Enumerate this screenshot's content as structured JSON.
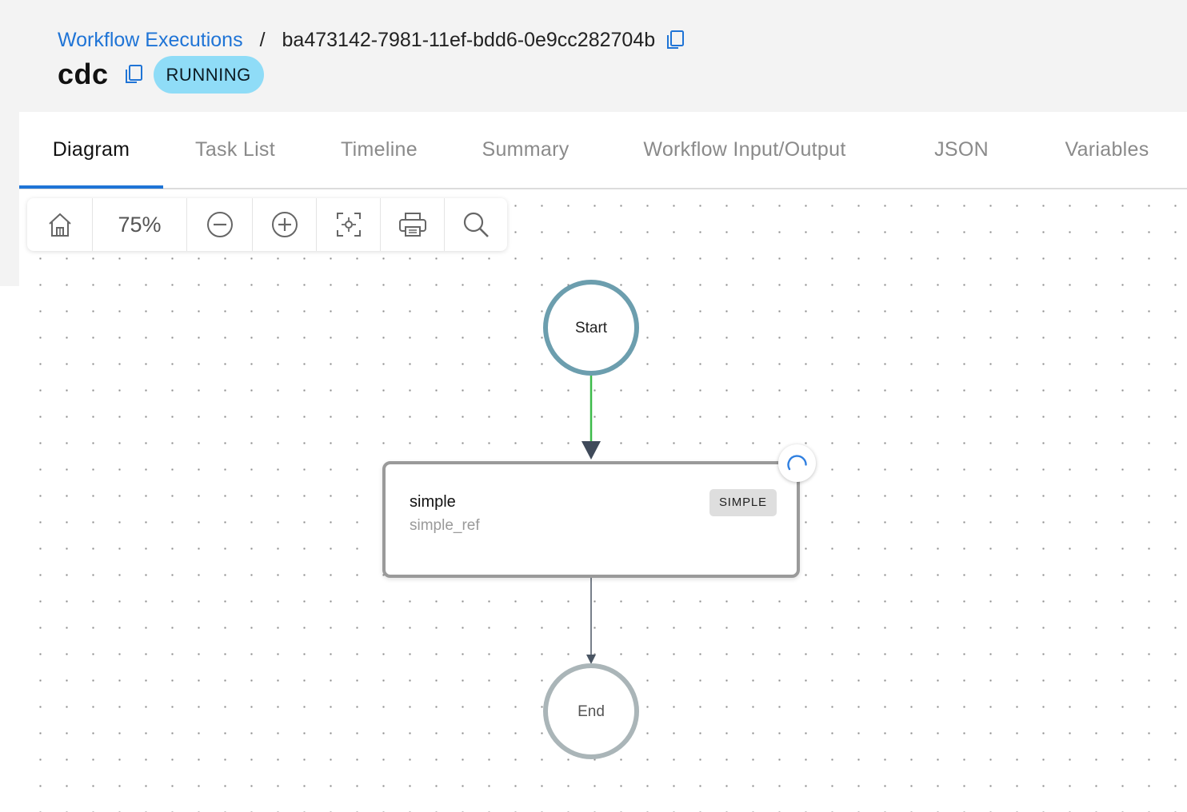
{
  "breadcrumb": {
    "parent_label": "Workflow Executions",
    "separator": "/",
    "execution_id": "ba473142-7981-11ef-bdd6-0e9cc282704b"
  },
  "workflow": {
    "name": "cdc",
    "status": "RUNNING"
  },
  "tabs": [
    {
      "label": "Diagram",
      "active": true
    },
    {
      "label": "Task List",
      "active": false
    },
    {
      "label": "Timeline",
      "active": false
    },
    {
      "label": "Summary",
      "active": false
    },
    {
      "label": "Workflow Input/Output",
      "active": false
    },
    {
      "label": "JSON",
      "active": false
    },
    {
      "label": "Variables",
      "active": false
    }
  ],
  "toolbar": {
    "zoom_level": "75%",
    "icons": [
      "home-icon",
      "zoom-out-icon",
      "zoom-in-icon",
      "fit-to-screen-icon",
      "print-icon",
      "search-icon"
    ]
  },
  "diagram": {
    "start_label": "Start",
    "end_label": "End",
    "task": {
      "name": "simple",
      "ref": "simple_ref",
      "type": "SIMPLE",
      "state": "in-progress"
    }
  },
  "colors": {
    "link": "#1f74d6",
    "status_badge": "#8fdcf7",
    "start_node": "#6c9eae",
    "end_node": "#aab5b8",
    "start_edge": "#3dbb4a",
    "edge": "#4a5563",
    "spinner": "#2f7fe0"
  }
}
